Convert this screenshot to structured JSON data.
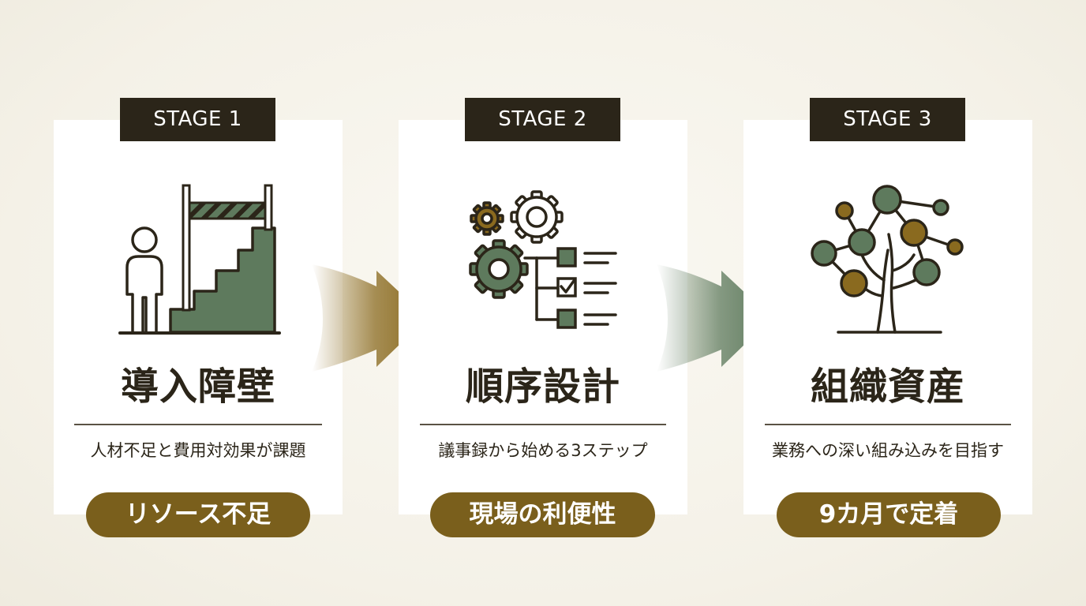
{
  "stages": [
    {
      "badge": "STAGE 1",
      "title": "導入障壁",
      "subtitle": "人材不足と費用対効果が課題",
      "pill": "リソース不足",
      "icon": "person-staircase-barrier-icon"
    },
    {
      "badge": "STAGE 2",
      "title": "順序設計",
      "subtitle": "議事録から始める3ステップ",
      "pill": "現場の利便性",
      "icon": "gears-checklist-icon"
    },
    {
      "badge": "STAGE 3",
      "title": "組織資産",
      "subtitle": "業務への深い組み込みを目指す",
      "pill": "9カ月で定着",
      "icon": "network-tree-icon"
    }
  ],
  "colors": {
    "background": "#f4f1e7",
    "card": "#ffffff",
    "dark": "#2b2519",
    "green": "#5e7a5d",
    "gold": "#7a5f1c",
    "gold_node": "#8a6a1f"
  }
}
